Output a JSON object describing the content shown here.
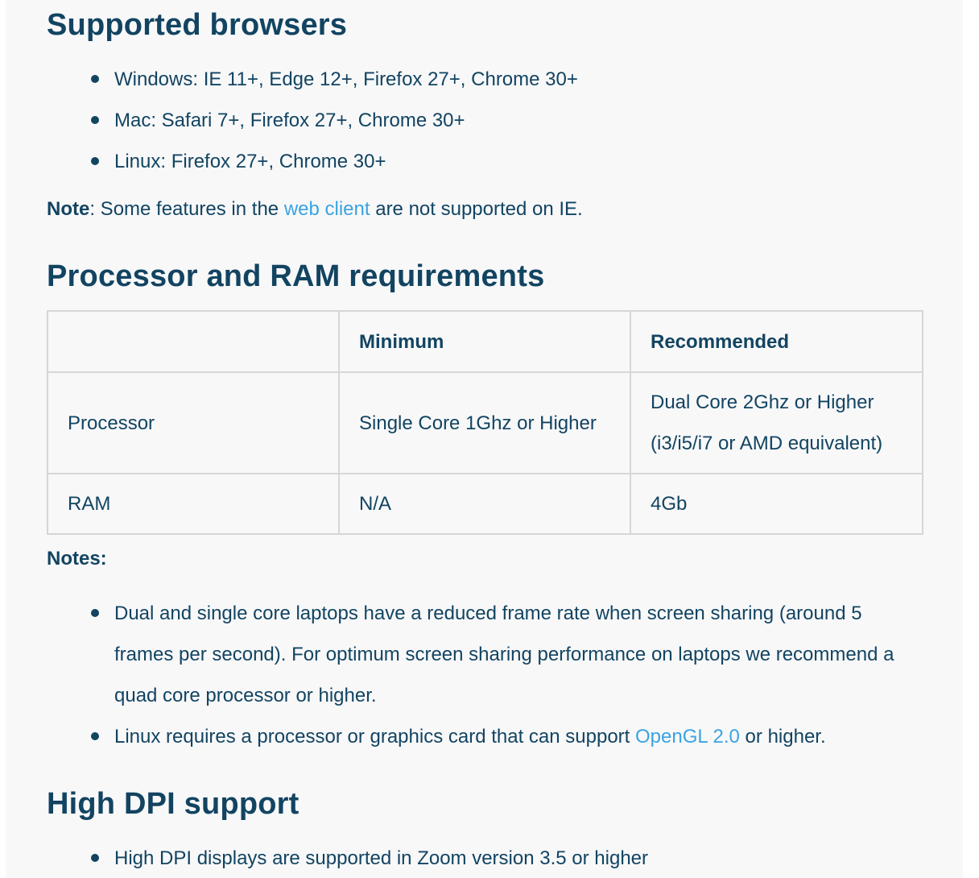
{
  "sections": {
    "browsers": {
      "title": "Supported browsers",
      "items": [
        "Windows: IE 11+,  Edge 12+, Firefox 27+,  Chrome 30+",
        "Mac: Safari 7+, Firefox 27+,  Chrome 30+",
        "Linux: Firefox 27+,  Chrome 30+"
      ],
      "note": {
        "label": "Note",
        "text_before": ": Some features in the ",
        "link_text": "web client",
        "text_after": " are not supported on IE."
      }
    },
    "processor": {
      "title": "Processor and RAM requirements",
      "table": {
        "headers": [
          "",
          "Minimum",
          "Recommended"
        ],
        "rows": [
          [
            "Processor",
            "Single Core 1Ghz or Higher",
            "Dual Core 2Ghz or Higher (i3/i5/i7 or AMD equivalent)"
          ],
          [
            "RAM",
            "N/A",
            "4Gb"
          ]
        ]
      },
      "notes_label": "Notes:",
      "notes": {
        "item1": "Dual and single core laptops have a reduced frame rate when screen sharing (around 5 frames per second). For optimum screen sharing performance on laptops we recommend a quad core processor or higher.",
        "item2_before": "Linux requires a processor or graphics card that can support ",
        "item2_link": "OpenGL 2.0",
        "item2_after": " or higher."
      }
    },
    "dpi": {
      "title": "High DPI support",
      "items": [
        "High DPI displays are supported in Zoom version 3.5 or higher"
      ]
    }
  },
  "colors": {
    "text": "#124461",
    "link": "#3aa3e3",
    "background": "#f8f8f9",
    "table_border": "#d4d6d8"
  }
}
